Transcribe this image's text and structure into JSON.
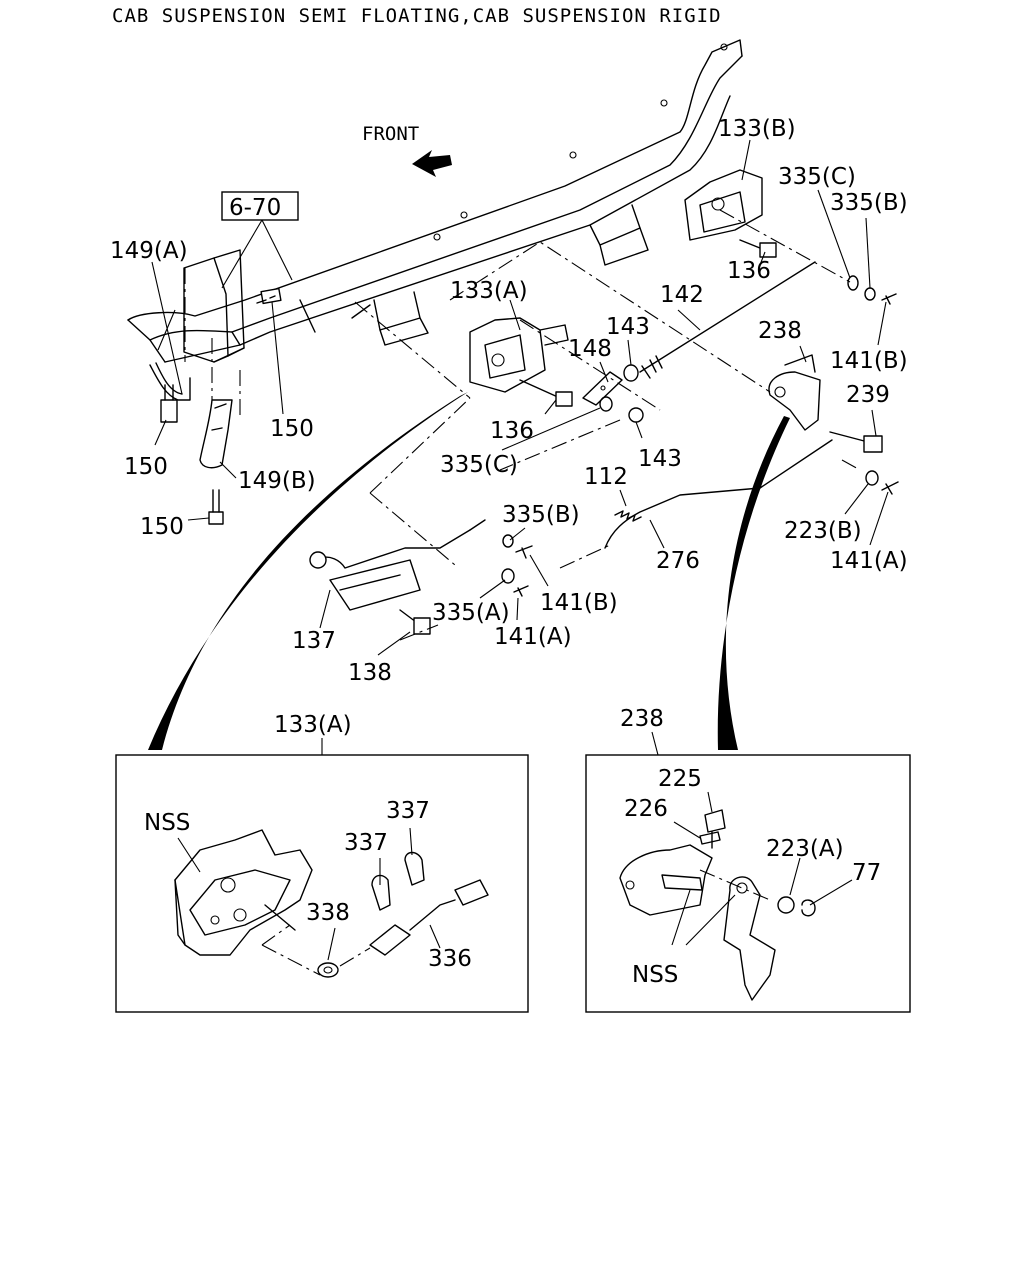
{
  "title": "CAB SUSPENSION SEMI FLOATING,CAB SUSPENSION RIGID",
  "front_label": "FRONT",
  "reference_box": "6-70",
  "callouts": [
    {
      "id": "c149a",
      "text": "149(A)"
    },
    {
      "id": "c150a",
      "text": "150"
    },
    {
      "id": "c150b",
      "text": "150"
    },
    {
      "id": "c149b",
      "text": "149(B)"
    },
    {
      "id": "c150c",
      "text": "150"
    },
    {
      "id": "c133a",
      "text": "133(A)"
    },
    {
      "id": "c136a",
      "text": "136"
    },
    {
      "id": "c335c_a",
      "text": "335(C)"
    },
    {
      "id": "c148",
      "text": "148"
    },
    {
      "id": "c143a",
      "text": "143"
    },
    {
      "id": "c143b",
      "text": "143"
    },
    {
      "id": "c142",
      "text": "142"
    },
    {
      "id": "c133b",
      "text": "133(B)"
    },
    {
      "id": "c136b",
      "text": "136"
    },
    {
      "id": "c335c_b",
      "text": "335(C)"
    },
    {
      "id": "c335b_a",
      "text": "335(B)"
    },
    {
      "id": "c238a",
      "text": "238"
    },
    {
      "id": "c141b_a",
      "text": "141(B)"
    },
    {
      "id": "c239",
      "text": "239"
    },
    {
      "id": "c223b",
      "text": "223(B)"
    },
    {
      "id": "c141a_a",
      "text": "141(A)"
    },
    {
      "id": "c112",
      "text": "112"
    },
    {
      "id": "c335b_b",
      "text": "335(B)"
    },
    {
      "id": "c276",
      "text": "276"
    },
    {
      "id": "c141b_b",
      "text": "141(B)"
    },
    {
      "id": "c335a",
      "text": "335(A)"
    },
    {
      "id": "c141a_b",
      "text": "141(A)"
    },
    {
      "id": "c137",
      "text": "137"
    },
    {
      "id": "c138",
      "text": "138"
    },
    {
      "id": "c133a_detail",
      "text": "133(A)"
    },
    {
      "id": "c238_detail",
      "text": "238"
    },
    {
      "id": "cnss_left",
      "text": "NSS"
    },
    {
      "id": "c337a",
      "text": "337"
    },
    {
      "id": "c337b",
      "text": "337"
    },
    {
      "id": "c338",
      "text": "338"
    },
    {
      "id": "c336",
      "text": "336"
    },
    {
      "id": "c225",
      "text": "225"
    },
    {
      "id": "c226",
      "text": "226"
    },
    {
      "id": "c223a",
      "text": "223(A)"
    },
    {
      "id": "c77",
      "text": "77"
    },
    {
      "id": "cnss_right",
      "text": "NSS"
    }
  ]
}
